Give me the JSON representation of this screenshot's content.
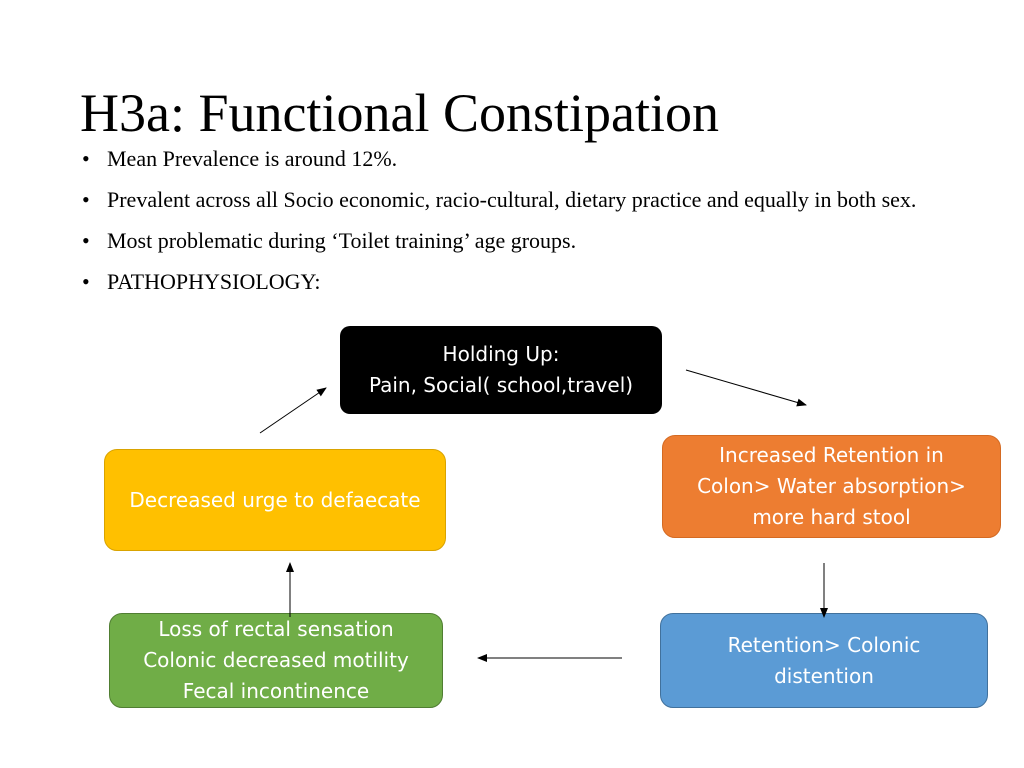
{
  "slide": {
    "title": "H3a: Functional Constipation",
    "bullets": [
      "Mean Prevalence is around 12%.",
      "Prevalent across all  Socio economic, racio-cultural, dietary practice and equally in both sex.",
      "Most problematic during ‘Toilet training’ age groups.",
      "PATHOPHYSIOLOGY:"
    ]
  },
  "diagram": {
    "holding": {
      "lines": [
        "Holding Up:",
        "Pain, Social( school,travel)"
      ],
      "fill": "#000000",
      "text_color": "#ffffff"
    },
    "retention": {
      "lines": [
        "Increased  Retention in",
        "Colon> Water absorption>",
        "more hard stool"
      ],
      "fill": "#ed7d31",
      "text_color": "#ffffff"
    },
    "distention": {
      "lines": [
        "Retention> Colonic",
        "distention"
      ],
      "fill": "#5b9bd5",
      "text_color": "#ffffff"
    },
    "loss": {
      "lines": [
        "Loss of rectal sensation",
        "Colonic decreased motility",
        "Fecal incontinence"
      ],
      "fill": "#70ad47",
      "text_color": "#ffffff"
    },
    "urge": {
      "lines": [
        "Decreased urge to defaecate"
      ],
      "fill": "#ffc000",
      "text_color": "#ffffff"
    },
    "arrow_color": "#000000"
  }
}
